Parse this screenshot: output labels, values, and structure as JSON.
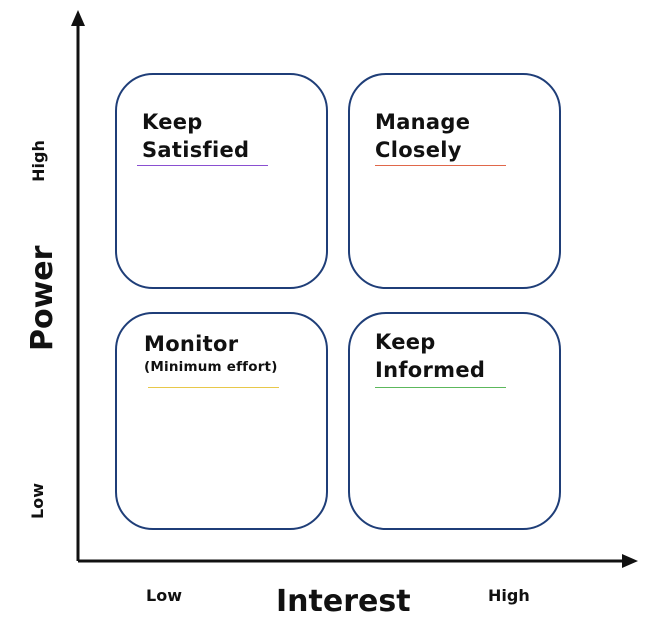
{
  "axes": {
    "y_label": "Power",
    "x_label": "Interest",
    "y_high": "High",
    "y_low": "Low",
    "x_low": "Low",
    "x_high": "High"
  },
  "quadrants": {
    "top_left": {
      "line1": "Keep",
      "line2": "Satisfied",
      "accent": "#8a4fd1"
    },
    "top_right": {
      "line1": "Manage",
      "line2": "Closely",
      "accent": "#e0674a"
    },
    "bottom_left": {
      "line1": "Monitor",
      "line2": "(Minimum effort)",
      "accent": "#e8c84a"
    },
    "bottom_right": {
      "line1": "Keep",
      "line2": "Informed",
      "accent": "#5cb85c"
    }
  },
  "colors": {
    "box_border": "#1f3e78",
    "axis": "#111111"
  }
}
